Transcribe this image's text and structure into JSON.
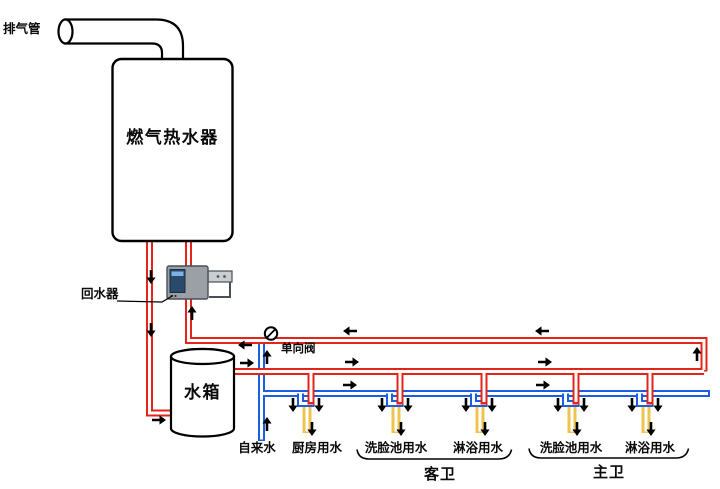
{
  "components": {
    "exhaust_pipe_label": "排气管",
    "heater_label": "燃气热水器",
    "return_device_label": "回水器",
    "tank_label": "水箱",
    "check_valve_label": "单向阀"
  },
  "outlets": {
    "tap_water": "自来水",
    "kitchen": "厨房用水",
    "guest_basin": "洗脸池用水",
    "guest_shower": "淋浴用水",
    "master_basin": "洗脸池用水",
    "master_shower": "淋浴用水"
  },
  "groups": {
    "guest_bathroom": "客卫",
    "master_bathroom": "主卫"
  },
  "colors": {
    "hot_water_pipe": "#e3241b",
    "cold_water_pipe": "#1d5de0",
    "mixed_water_pipe": "#eec44f",
    "outline": "#000000",
    "flow_arrow": "#000000",
    "device_body": "#9aa0a6",
    "device_screen": "#2a4a6b",
    "background": "#ffffff"
  },
  "icons": {
    "check_valve": "check-valve-icon",
    "flow_arrow": "flow-arrow-icon",
    "power_plug": "power-plug-icon"
  }
}
